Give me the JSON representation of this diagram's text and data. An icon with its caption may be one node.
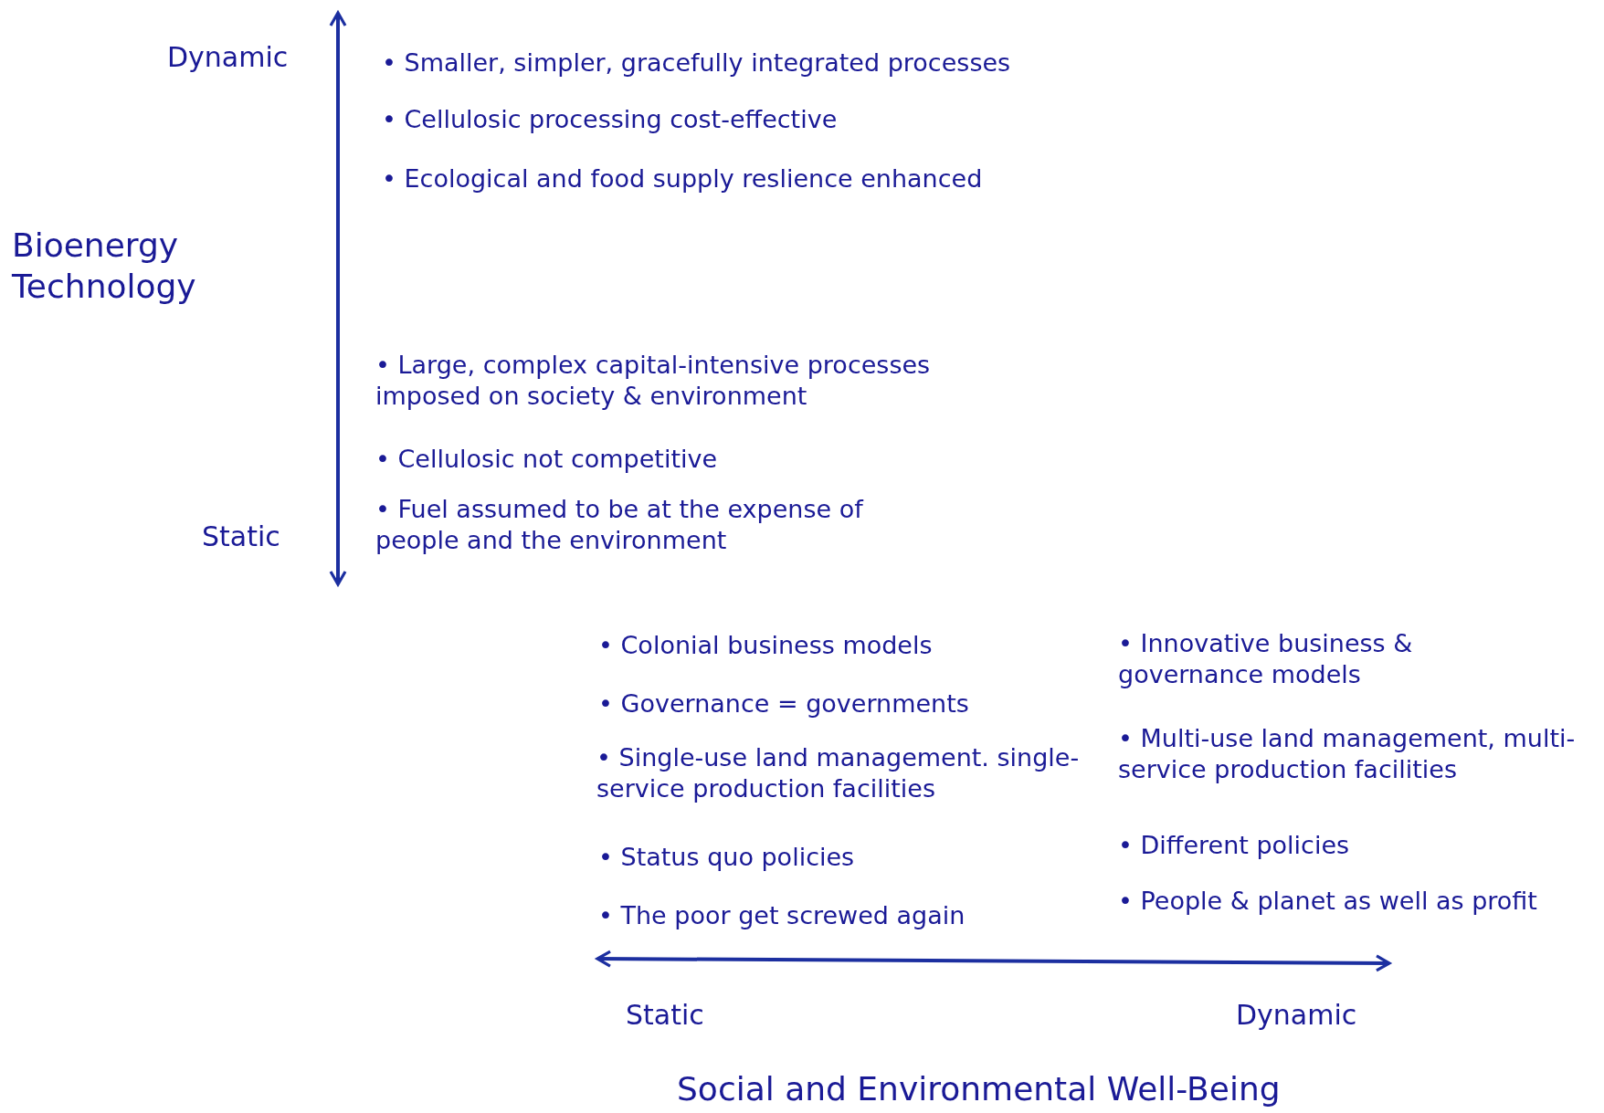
{
  "diagram": {
    "labels": [
      "Dynamic",
      "• Smaller, simpler, gracefully integrated processes",
      "• Cellulosic processing cost-effective",
      "• Ecological and food supply reslience enhanced",
      "Bioenergy Technology",
      "• Large, complex capital-intensive processes imposed on society & environment",
      "• Cellulosic not competitive",
      "• Fuel assumed to be at the expense of people and the environment",
      "Static",
      "• Colonial business models",
      "• Governance = governments",
      "• Single-use land management. single-service production facilities",
      "• Status quo policies",
      "• The poor get screwed again",
      "• Innovative business & governance models",
      "• Multi-use land management, multi-service production facilities",
      "• Different policies",
      "• People & planet as well as profit",
      "Static",
      "Dynamic",
      "Social and Environmental Well-Being"
    ]
  }
}
